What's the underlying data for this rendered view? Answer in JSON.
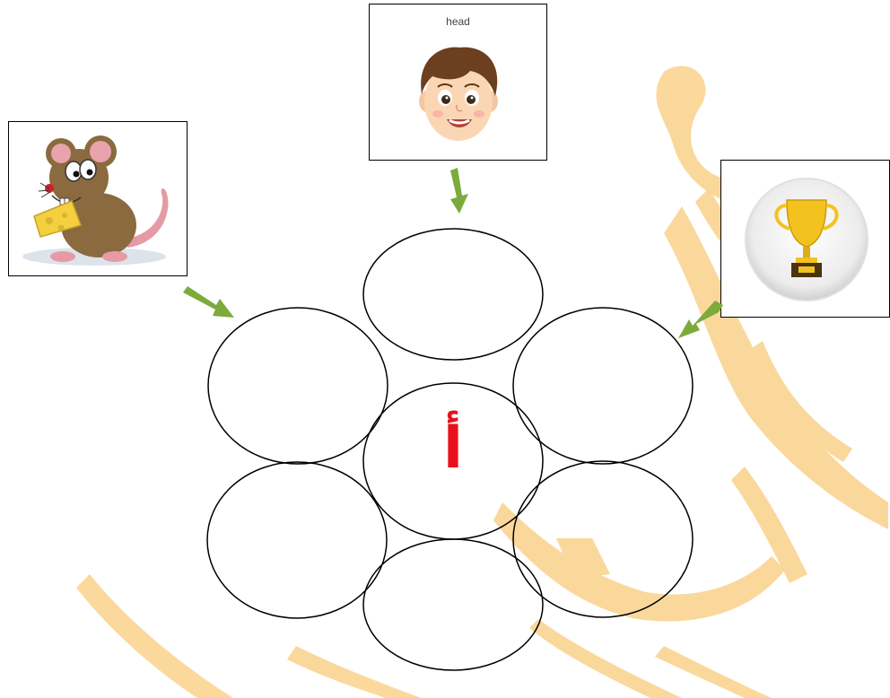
{
  "diagram": {
    "center_letter": "أ",
    "petal_count": 6,
    "colors": {
      "letter": "#e8101c",
      "arrow": "#7cab3c",
      "watermark": "#f7b84a",
      "outline": "#000000"
    }
  },
  "cards": {
    "mouse": {
      "icon": "mouse-with-cheese-icon"
    },
    "head": {
      "caption": "head",
      "icon": "boy-head-icon"
    },
    "trophy": {
      "icon": "trophy-icon"
    }
  }
}
